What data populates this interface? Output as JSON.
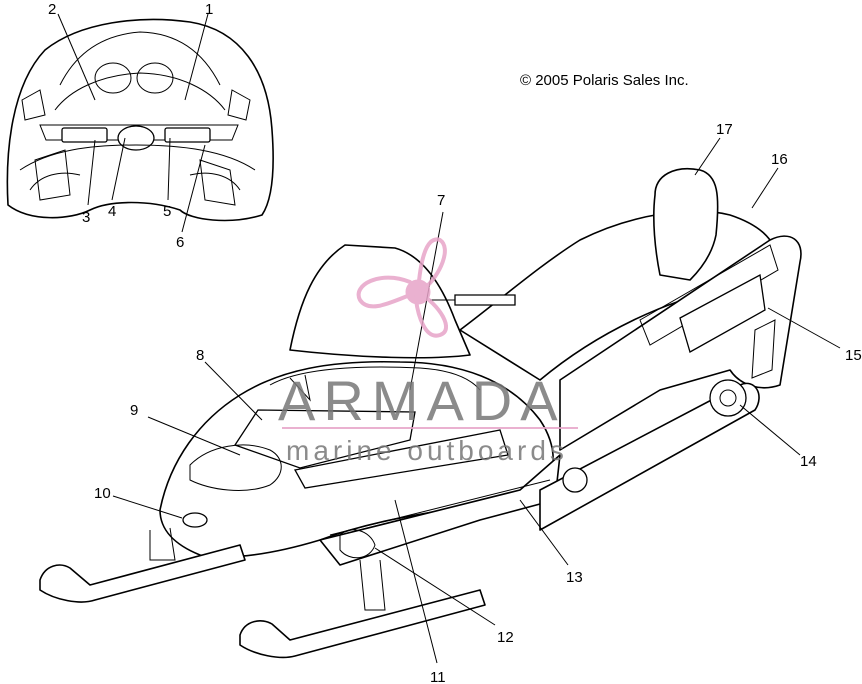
{
  "copyright": "© 2005 Polaris Sales Inc.",
  "watermark": {
    "brand": "ARMADA",
    "tagline": "marine outboards",
    "accent_color": "#e7a4c8",
    "text_color": "#777777"
  },
  "callouts": {
    "c1": "1",
    "c2": "2",
    "c3": "3",
    "c4": "4",
    "c5": "5",
    "c6": "6",
    "c7": "7",
    "c8": "8",
    "c9": "9",
    "c10": "10",
    "c11": "11",
    "c12": "12",
    "c13": "13",
    "c14": "14",
    "c15": "15",
    "c16": "16",
    "c17": "17"
  }
}
